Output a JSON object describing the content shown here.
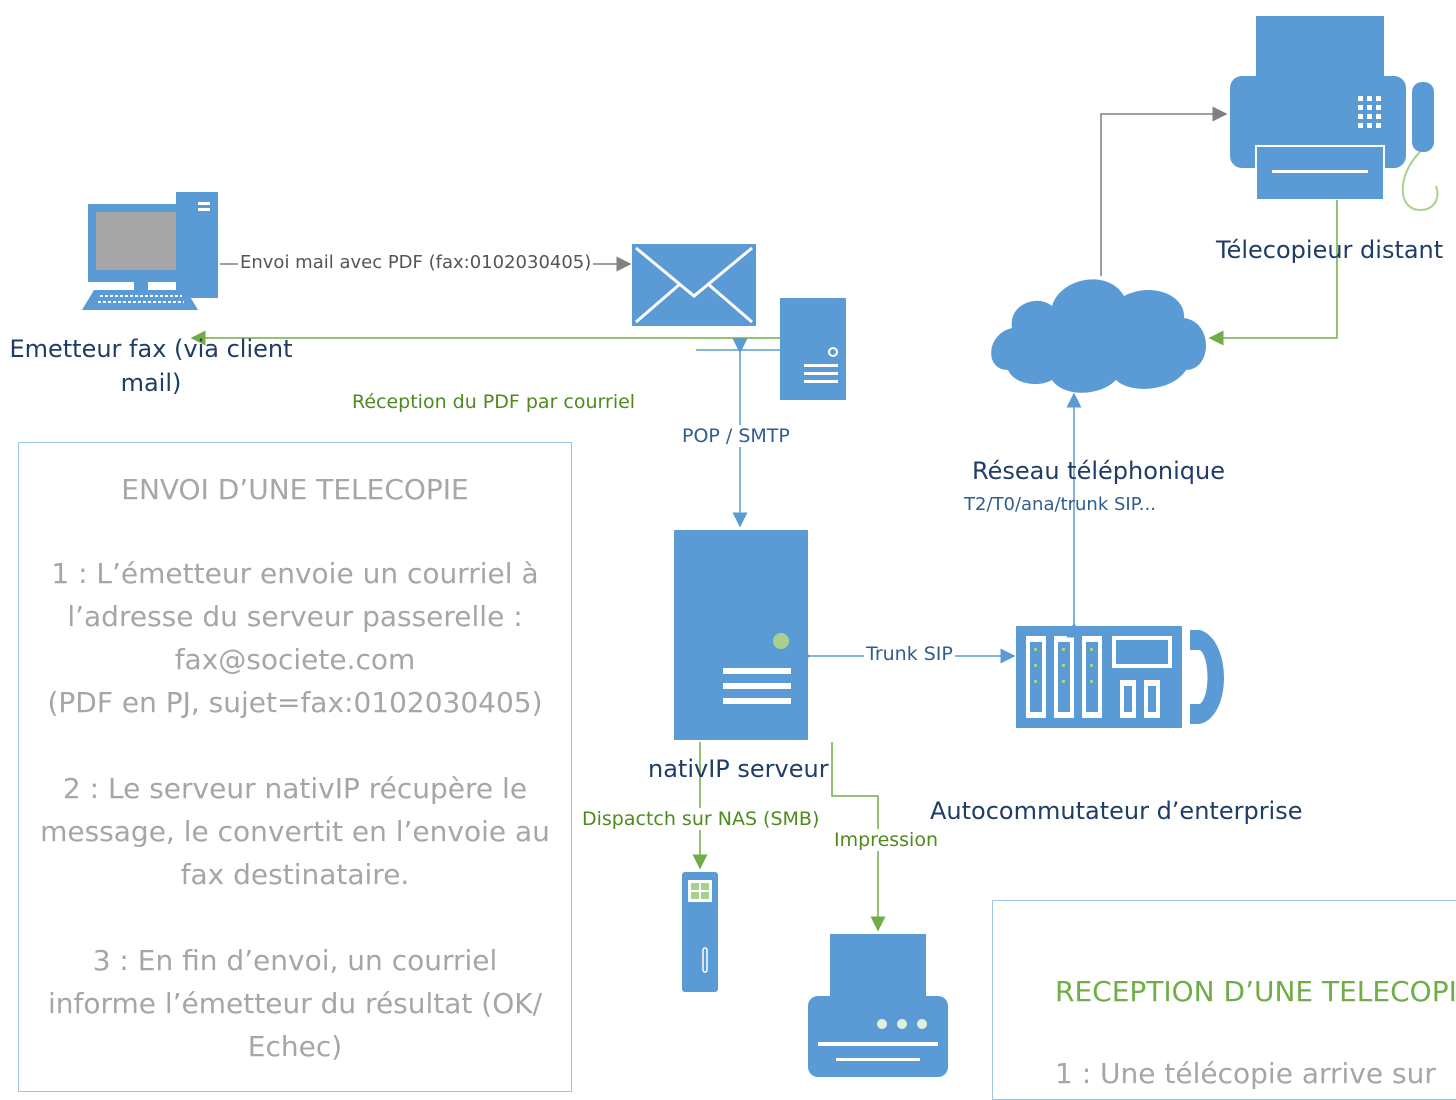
{
  "nodes": {
    "sender_label_line1": "Emetteur fax (via client",
    "sender_label_line2": "mail)",
    "remote_fax_label": "Télecopieur distant",
    "phone_network_label": "Réseau téléphonique",
    "phone_network_sub": "T2/T0/ana/trunk SIP...",
    "server_label": "nativIP serveur",
    "pbx_label": "Autocommutateur d’enterprise"
  },
  "edges": {
    "send_mail": "Envoi mail avec PDF (fax:0102030405)",
    "receive_pdf": "Réception du PDF par courriel",
    "pop_smtp": "POP / SMTP",
    "trunk_sip": "Trunk SIP",
    "dispatch_nas": "Dispactch sur NAS (SMB)",
    "print": "Impression"
  },
  "send_panel": {
    "title": "ENVOI D’UNE TELECOPIE",
    "step1_lines": [
      "1 : L’émetteur envoie un courriel à",
      "l’adresse du serveur passerelle :",
      "fax@societe.com",
      "(PDF en PJ, sujet=fax:0102030405)"
    ],
    "step2_lines": [
      "2 : Le serveur nativIP récupère le",
      "message, le convertit en l’envoie au",
      "fax destinataire."
    ],
    "step3_lines": [
      "3 : En fin d’envoi, un courriel",
      "informe l’émetteur du résultat (OK/",
      "Echec)"
    ]
  },
  "receive_panel": {
    "title": "RECEPTION D’UNE TELECOPIE",
    "step1_partial": "1 : Une télécopie arrive sur"
  },
  "colors": {
    "icon_blue": "#5b9bd5",
    "arrow_gray": "#808080",
    "arrow_blue": "#5b9bd5",
    "arrow_green": "#70ad47",
    "panel_border": "#9dc3e6",
    "panel_text": "#a6a6a6",
    "receive_title": "#70ad47"
  }
}
